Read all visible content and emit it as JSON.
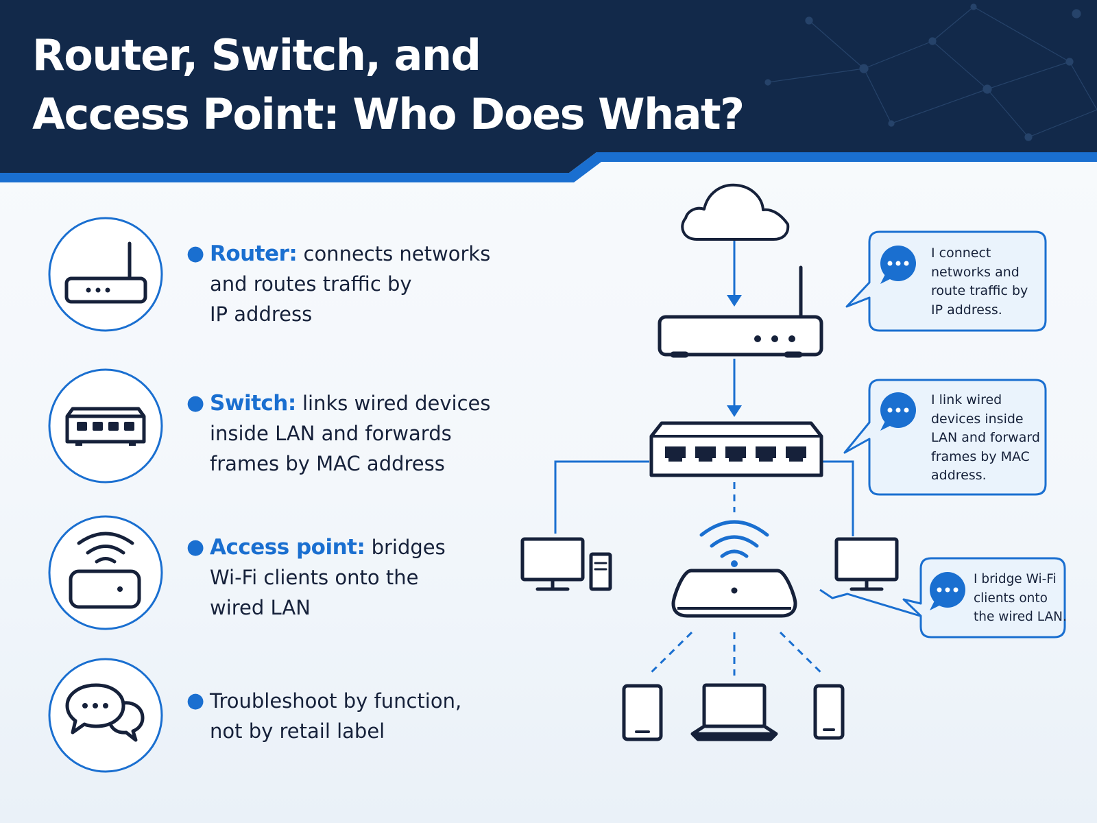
{
  "title": {
    "line1": "Router, Switch, and",
    "line2": "Access Point: Who Does What?"
  },
  "colors": {
    "header_bg": "#12294a",
    "accent_blue": "#1a6fd0",
    "icon_navy": "#16213a",
    "bubble_bg": "#eaf3fc"
  },
  "items": [
    {
      "icon": "router-icon",
      "term": "Router:",
      "lines": [
        "connects networks",
        "and routes traffic by",
        "IP address"
      ]
    },
    {
      "icon": "switch-icon",
      "term": "Switch:",
      "lines": [
        "links wired devices",
        "inside LAN and forwards",
        "frames by MAC address"
      ]
    },
    {
      "icon": "access-point-icon",
      "term": "Access point:",
      "lines": [
        "bridges",
        "Wi-Fi clients onto the",
        "wired LAN"
      ]
    },
    {
      "icon": "chat-bubbles-icon",
      "term": "",
      "lines": [
        "Troubleshoot by function,",
        "not by retail label"
      ]
    }
  ],
  "diagram": {
    "nodes": [
      {
        "icon": "cloud-icon"
      },
      {
        "icon": "router-icon"
      },
      {
        "icon": "switch-icon"
      },
      {
        "icon": "access-point-icon"
      },
      {
        "icon": "desktop-computer-icon"
      },
      {
        "icon": "monitor-icon"
      },
      {
        "icon": "tablet-icon"
      },
      {
        "icon": "laptop-icon"
      },
      {
        "icon": "smartphone-icon"
      }
    ],
    "bubbles": [
      {
        "icon": "chat-icon",
        "lines": [
          "I connect",
          "networks and",
          "route traffic by",
          "IP address."
        ]
      },
      {
        "icon": "chat-icon",
        "lines": [
          "I link wired",
          "devices inside",
          "LAN and forward",
          "frames by MAC",
          "address."
        ]
      },
      {
        "icon": "chat-icon",
        "lines": [
          "I bridge Wi-Fi",
          "clients onto",
          "the wired LAN."
        ]
      }
    ]
  }
}
